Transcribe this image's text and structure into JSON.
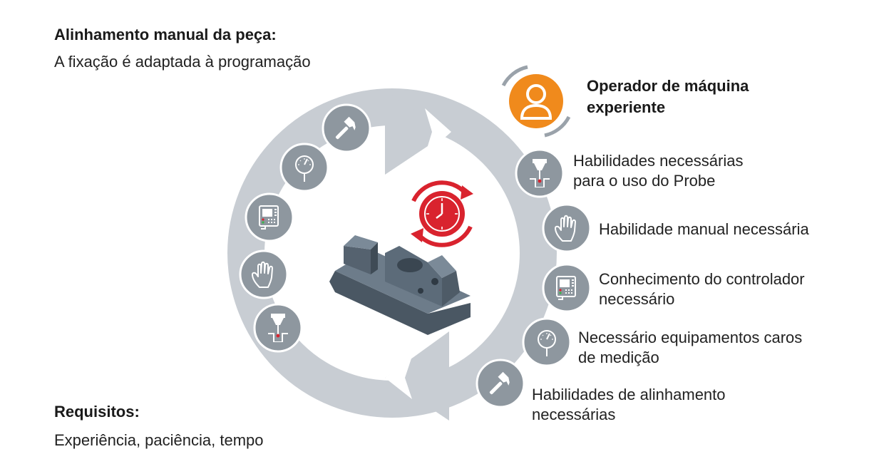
{
  "top_section": {
    "title": "Alinhamento manual da peça:",
    "subtitle": "A fixação é adaptada à programação"
  },
  "bottom_section": {
    "title": "Requisitos:",
    "subtitle": "Experiência, paciência, tempo"
  },
  "operator": {
    "line1": "Operador de máquina",
    "line2": "experiente",
    "icon": "person-icon",
    "color": "#f08a1c"
  },
  "requirements": [
    {
      "icon": "probe-icon",
      "line1": "Habilidades necessárias",
      "line2": "para o uso do Probe"
    },
    {
      "icon": "hand-icon",
      "line1": "Habilidade manual necessária",
      "line2": ""
    },
    {
      "icon": "controller-icon",
      "line1": "Conhecimento do controlador",
      "line2": "necessário"
    },
    {
      "icon": "gauge-icon",
      "line1": "Necessário equipamentos caros",
      "line2": "de medição"
    },
    {
      "icon": "hammer-icon",
      "line1": "Habilidades de alinhamento",
      "line2": "necessárias"
    }
  ],
  "left_icons": [
    "hammer-icon",
    "gauge-icon",
    "controller-icon",
    "hand-icon",
    "probe-icon"
  ],
  "colors": {
    "cycle_gray": "#c8cdd3",
    "icon_gray": "#8e979f",
    "clock_red": "#d9232e",
    "part_blue": "#5f6e7c"
  }
}
